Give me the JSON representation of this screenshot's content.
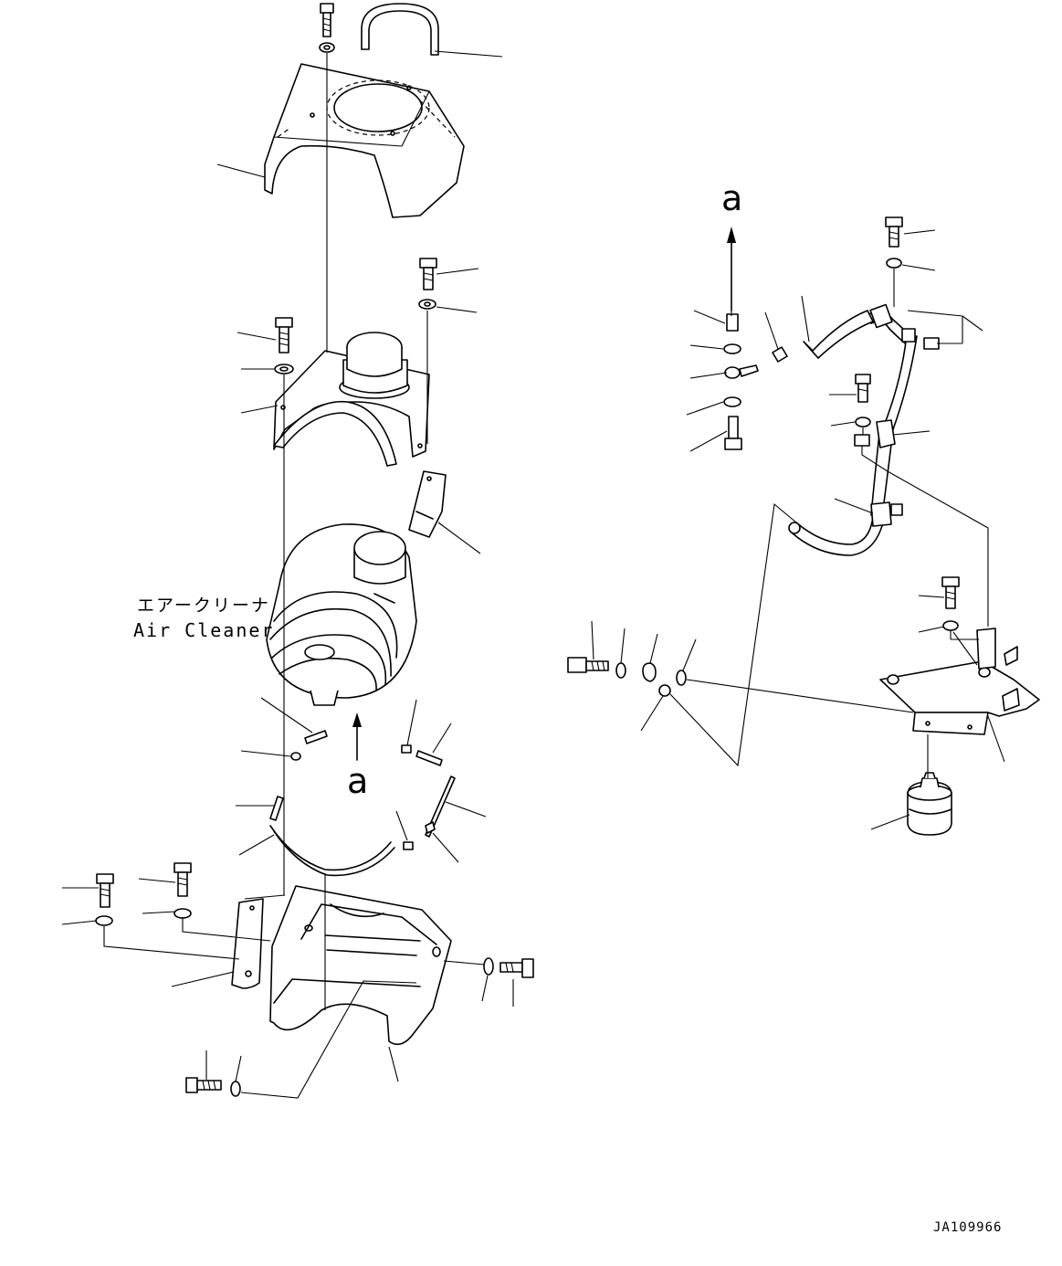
{
  "labels": {
    "air_cleaner_jp": "エアークリーナ",
    "air_cleaner_en": "Air Cleaner",
    "view_mark_top": "a",
    "view_mark_bottom": "a",
    "drawing_number": "JA109966"
  }
}
